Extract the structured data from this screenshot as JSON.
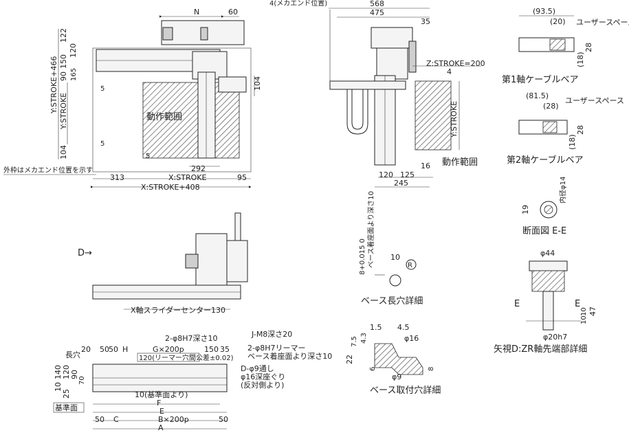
{
  "views": {
    "top": {
      "dim_N": "N",
      "dim_60": "60",
      "dim_122": "122",
      "dim_150": "150",
      "dim_120": "120",
      "dim_90": "90",
      "dim_165": "165",
      "dim_104_top": "104",
      "dim_104_bottom": "104",
      "dim_5_a": "5",
      "dim_5_b": "5",
      "dim_5_c": "5",
      "y_stroke_466": "Y:STROKE+466",
      "y_stroke": "Y:STROKE",
      "dim_292": "292",
      "dim_313": "313",
      "x_stroke": "X:STROKE",
      "dim_95": "95",
      "x_stroke_408": "X:STROKE+408",
      "area_label": "動作範囲",
      "note_outer": "外枠はメカエンド位置を示す"
    },
    "side": {
      "note_mech_end": "4(メカエンド位置)",
      "dim_568": "568",
      "dim_475": "475",
      "dim_35": "35",
      "z_stroke": "Z:STROKE=200",
      "dim_4": "4",
      "y_stroke": "Y:STROKE",
      "area_label": "動作範囲",
      "dim_16": "16",
      "dim_120": "120",
      "dim_125": "125",
      "dim_245": "245"
    },
    "cable1": {
      "dim_93_5": "(93.5)",
      "dim_20": "(20)",
      "user_space": "ユーザースペース",
      "dim_28": "28",
      "dim_18": "(18)",
      "caption": "第1軸ケーブルベア"
    },
    "cable2": {
      "dim_81_5": "(81.5)",
      "dim_28": "(28)",
      "user_space": "ユーザースペース",
      "dim_28b": "28",
      "dim_18": "(18)",
      "caption": "第2軸ケーブルベア"
    },
    "section_ee": {
      "inner_dia": "内径φ14",
      "dim_19": "19",
      "caption": "断面図 E-E"
    },
    "front": {
      "arrow_d": "D→",
      "slider_center": "X軸スライダーセンター",
      "dim_130": "130"
    },
    "slot": {
      "tol": "8+0.015 0",
      "note": "ベース着座面より深さ10",
      "dim_10": "10",
      "r": "R",
      "caption": "ベース長穴詳細"
    },
    "mount_hole": {
      "dim_1_5": "1.5",
      "dim_4_5": "4.5",
      "dim_7_5": "7.5",
      "dim_4_3": "4.3",
      "dia16": "φ16",
      "dim_22": "22",
      "dim_6": "6",
      "dim_8": "8",
      "dia9": "φ9",
      "caption": "ベース取付穴詳細"
    },
    "zr_end": {
      "dia44": "φ44",
      "e_left": "E",
      "e_right": "E",
      "dim_47": "47",
      "dim_10_a": "10",
      "dim_10_b": "10",
      "dia20": "φ20h7",
      "caption": "矢視D:ZR軸先端部詳細"
    },
    "base": {
      "dim_20": "20",
      "dim_50_a": "50",
      "dim_50_b": "50",
      "dim_H": "H",
      "pin_note": "2-φ8H7深さ10",
      "g_pitch": "G×200p",
      "ream_tol": "120(リーマー穴間公差±0.02)",
      "dim_150": "150",
      "dim_35": "35",
      "j_tap": "J-M8深さ20",
      "ream_note_1": "2-φ8H7リーマー",
      "ream_note_2": "ベース着座面より深さ10",
      "long_hole": "長穴",
      "dim_140": "140",
      "dim_120": "120",
      "dim_90": "90",
      "dim_10": "10",
      "dim_25": "25",
      "dim_70": "70",
      "d_hole_1": "D-φ9通し",
      "d_hole_2": "φ16深座ぐり",
      "d_hole_3": "(反対側より)",
      "ref_face_note": "10(基準面より)",
      "dim_F": "F",
      "dim_E": "E",
      "ref_face": "基準面",
      "dim_50_c": "50",
      "dim_C": "C",
      "b_pitch": "B×200p",
      "dim_50_d": "50",
      "dim_A": "A"
    }
  }
}
